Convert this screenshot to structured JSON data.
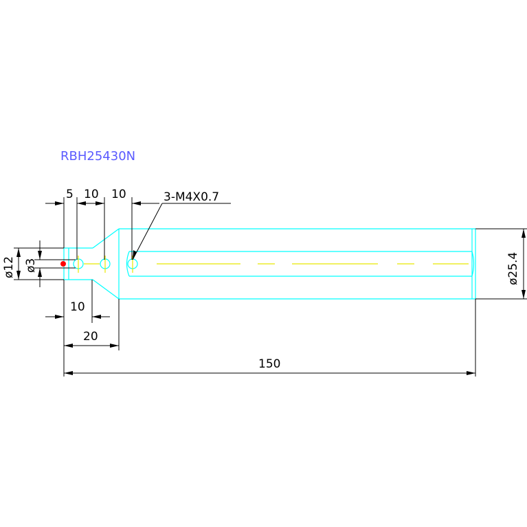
{
  "drawing": {
    "title": "RBH25430N",
    "callout": "3-M4X0.7",
    "dimensions": {
      "d_5": "5",
      "d_10a": "10",
      "d_10b": "10",
      "d_10c": "10",
      "d_20": "20",
      "d_150": "150",
      "dia_12": "ø12",
      "dia_3": "ø3",
      "dia_25_4": "ø25.4"
    },
    "colors": {
      "part_outline": "#00ffff",
      "centerline": "#ffff00",
      "title": "#5a5aff",
      "dimension": "#000000",
      "marker": "#ff0000"
    }
  }
}
